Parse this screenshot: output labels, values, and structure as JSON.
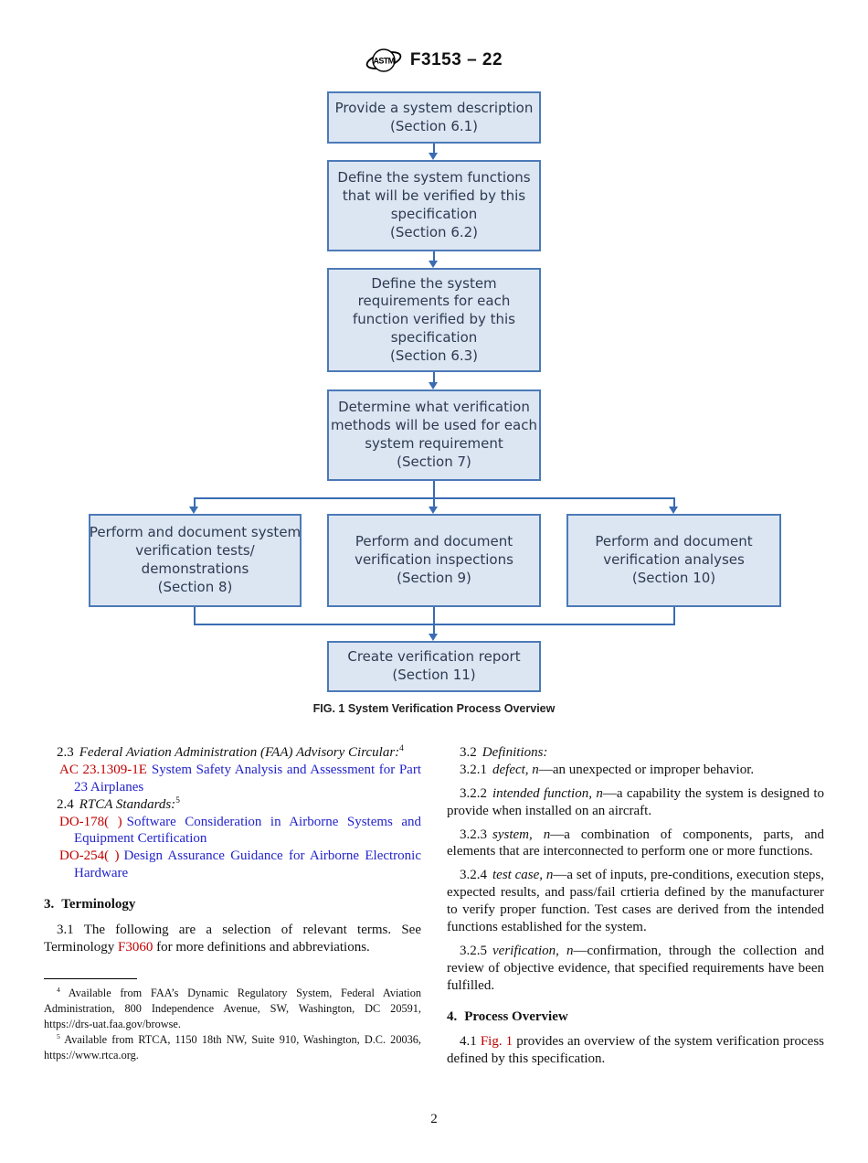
{
  "header": {
    "title": "F3153 – 22"
  },
  "figure": {
    "caption": "FIG. 1 System Verification Process Overview",
    "boxes": [
      {
        "name": "provide-system-description",
        "lines": [
          "Provide a system description",
          "(Section 6.1)"
        ]
      },
      {
        "name": "define-system-functions",
        "lines": [
          "Define the system functions",
          "that will be verified by this",
          "specification",
          "(Section 6.2)"
        ]
      },
      {
        "name": "define-system-requirements",
        "lines": [
          "Define the system",
          "requirements for each",
          "function verified by this",
          "specification",
          "(Section 6.3)"
        ]
      },
      {
        "name": "determine-verification-methods",
        "lines": [
          "Determine what verification",
          "methods will be used for each",
          "system requirement",
          "(Section 7)"
        ]
      },
      {
        "name": "perform-verification-tests",
        "lines": [
          "Perform and document system",
          "verification tests/",
          "demonstrations",
          "(Section 8)"
        ]
      },
      {
        "name": "perform-verification-inspections",
        "lines": [
          "Perform and document",
          "verification inspections",
          "(Section 9)"
        ]
      },
      {
        "name": "perform-verification-analyses",
        "lines": [
          "Perform and document",
          "verification analyses",
          "(Section 10)"
        ]
      },
      {
        "name": "create-verification-report",
        "lines": [
          "Create verification report",
          "(Section 11)"
        ]
      }
    ]
  },
  "left_column": {
    "p23": {
      "num": "2.3",
      "title": "Federal Aviation Administration (FAA) Advisory Circular:",
      "fnref": "4"
    },
    "ref_ac": {
      "designation": "AC 23.1309-1E",
      "title": "System Safety Analysis and Assessment for Part 23 Airplanes"
    },
    "p24": {
      "num": "2.4",
      "title": "RTCA Standards:",
      "fnref": "5"
    },
    "ref_do178": {
      "designation": "DO-178( )",
      "title": "Software Consideration in Airborne Systems and Equipment Certification"
    },
    "ref_do254": {
      "designation": "DO-254( )",
      "title": "Design Assurance Guidance for Airborne Electronic Hardware"
    },
    "heading3": {
      "num": "3.",
      "title": "Terminology"
    },
    "p31": {
      "pre": "3.1 The following are a selection of relevant terms. See Terminology ",
      "link": "F3060",
      "post": " for more definitions and abbreviations."
    },
    "footnotes": [
      {
        "num": "4",
        "text": " Available from FAA’s Dynamic Regulatory System, Federal Aviation Administration, 800 Independence Avenue, SW, Washington, DC 20591, https://drs-uat.faa.gov/browse."
      },
      {
        "num": "5",
        "text": " Available from RTCA, 1150 18th NW, Suite 910, Washington, D.C. 20036, https://www.rtca.org."
      }
    ]
  },
  "right_column": {
    "p32": {
      "num": "3.2",
      "title": "Definitions:"
    },
    "definitions": [
      {
        "num": "3.2.1",
        "term": "defect, n",
        "text": "—an unexpected or improper behavior."
      },
      {
        "num": "3.2.2",
        "term": "intended function, n",
        "text": "—a capability the system is designed to provide when installed on an aircraft."
      },
      {
        "num": "3.2.3",
        "term": "system, n",
        "text": "—a combination of components, parts, and elements that are interconnected to perform one or more functions."
      },
      {
        "num": "3.2.4",
        "term": "test case, n",
        "text": "—a set of inputs, pre-conditions, execution steps, expected results, and pass/fail crtieria defined by the manufacturer to verify proper function. Test cases are derived from the intended functions established for the system."
      },
      {
        "num": "3.2.5",
        "term": "verification, n",
        "text": "—confirmation, through the collection and review of objective evidence, that specified requirements have been fulfilled."
      }
    ],
    "heading4": {
      "num": "4.",
      "title": "Process Overview"
    },
    "p41": {
      "pre": "4.1 ",
      "link": "Fig. 1",
      "post": " provides an overview of the system verification process defined by this specification."
    }
  },
  "page_number": "2"
}
